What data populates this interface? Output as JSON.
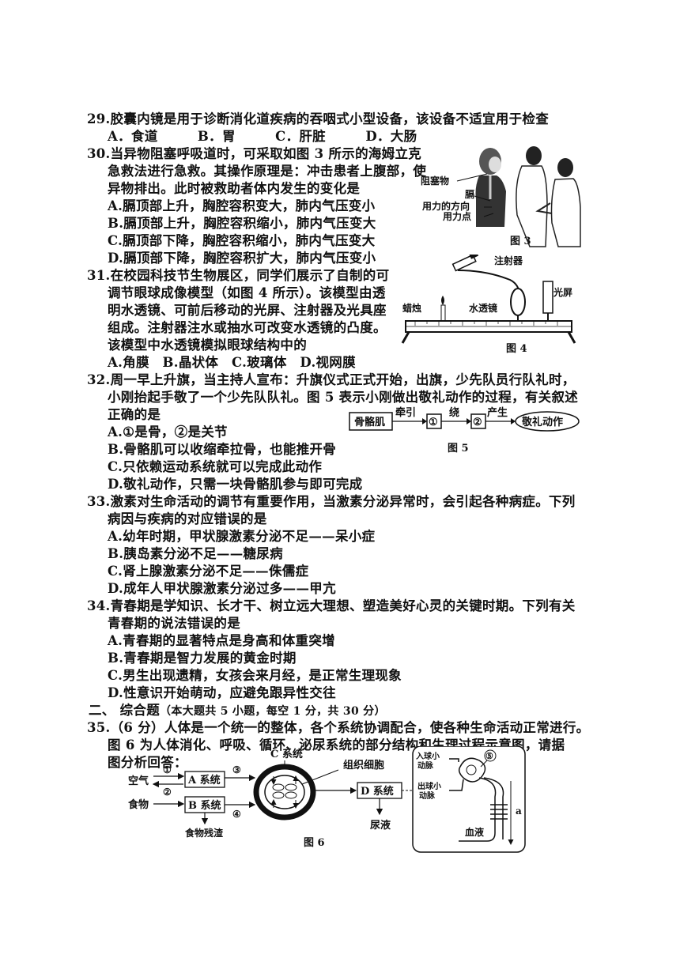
{
  "q29": {
    "stem": "29.胶囊内镜是用于诊断消化道疾病的吞咽式小型设备，该设备不适宜用于检查",
    "options": "A．食道　　　B．胃　　　C．肝脏　　　D．大肠"
  },
  "q30": {
    "lines": [
      "30.当异物阻塞呼吸道时，可采取如图 3 所示的海姆立克",
      "急救法进行急救。其操作原理是：冲击患者上腹部，使",
      "异物排出。此时被救助者体内发生的变化是",
      "A.膈顶部上升，胸腔容积变大，肺内气压变小",
      "B.膈顶部上升，胸腔容积缩小，肺内气压变大",
      "C.膈顶部下降，胸腔容积缩小，肺内气压变大",
      "D.膈顶部下降，胸腔容积扩大，肺内气压变小"
    ],
    "fig_labels": [
      "阻塞物",
      "膈",
      "用力的方向",
      "用力点"
    ],
    "fig_caption": "图 3"
  },
  "q31": {
    "lines": [
      "31.在校园科技节生物展区，同学们展示了自制的可",
      "调节眼球成像模型（如图 4 所示）。该模型由透",
      "明水透镜、可前后移动的光屏、注射器及光具座",
      "组成。注射器注水或抽水可改变水透镜的凸度。",
      "该模型中水透镜模拟眼球结构中的",
      "A.角膜　B.晶状体　C.玻璃体　D.视网膜"
    ],
    "fig_labels": {
      "syringe": "注射器",
      "candle": "蜡烛",
      "lens": "水透镜",
      "screen": "光屏"
    },
    "fig_caption": "图 4"
  },
  "q32": {
    "lines": [
      "32.周一早上升旗，当主持人宣布：升旗仪式正式开始，出旗，少先队员行队礼时，",
      "小刚抬起手敬了一个少先队队礼。图 5 表示小刚做出敬礼动作的过程，有关叙述",
      "正确的是",
      "A.①是骨，②是关节",
      "B.骨骼肌可以收缩牵拉骨，也能推开骨",
      "C.只依赖运动系统就可以完成此动作",
      "D.敬礼动作，只需一块骨骼肌参与即可完成"
    ],
    "fig": {
      "box1": "骨骼肌",
      "arrow1": "牵引",
      "n1": "①",
      "arrow2": "绕",
      "n2": "②",
      "arrow3": "产生",
      "end": "敬礼动作"
    },
    "fig_caption": "图 5"
  },
  "q33": {
    "lines": [
      "33.激素对生命活动的调节有重要作用，当激素分泌异常时，会引起各种病症。下列",
      "病因与疾病的对应错误的是",
      "A.幼年时期，甲状腺激素分泌不足——呆小症",
      "B.胰岛素分泌不足——糖尿病",
      "C.肾上腺激素分泌不足——侏儒症",
      "D.成年人甲状腺激素分泌过多——甲亢"
    ]
  },
  "q34": {
    "lines": [
      "34.青春期是学知识、长才干、树立远大理想、塑造美好心灵的关键时期。下列有关",
      "青春期的说法错误的是",
      "A.青春期的显著特点是身高和体重突增",
      "B.青春期是智力发展的黄金时期",
      "C.男生出现遗精，女孩会来月经，是正常生理现象",
      "D.性意识开始萌动，应避免跟异性交往"
    ]
  },
  "section2": {
    "title": "二、 综合题",
    "note": "（本大题共 5 小题，每空 1 分，共 30 分）"
  },
  "q35": {
    "lines": [
      "35.（6 分）人体是一个统一的整体，各个系统协调配合，使各种生命活动正常进行。",
      "图 6 为人体消化、呼吸、循环、泌尿系统的部分结构和生理过程示意图，请据",
      "图分析回答："
    ],
    "fig": {
      "air": "空气",
      "food": "食物",
      "sysA": "A 系统",
      "sysB": "B 系统",
      "sysC": "C 系统",
      "sysD": "D 系统",
      "tissue": "组织细胞",
      "residue": "食物残渣",
      "urine": "尿液",
      "n1": "①",
      "n2": "②",
      "n3": "③",
      "n4": "④",
      "n5": "⑤",
      "in_art_1": "入球小",
      "in_art_2": "动脉",
      "out_art_1": "出球小",
      "out_art_2": "动脉",
      "blood": "血液",
      "a": "a"
    },
    "fig_caption": "图 6"
  }
}
